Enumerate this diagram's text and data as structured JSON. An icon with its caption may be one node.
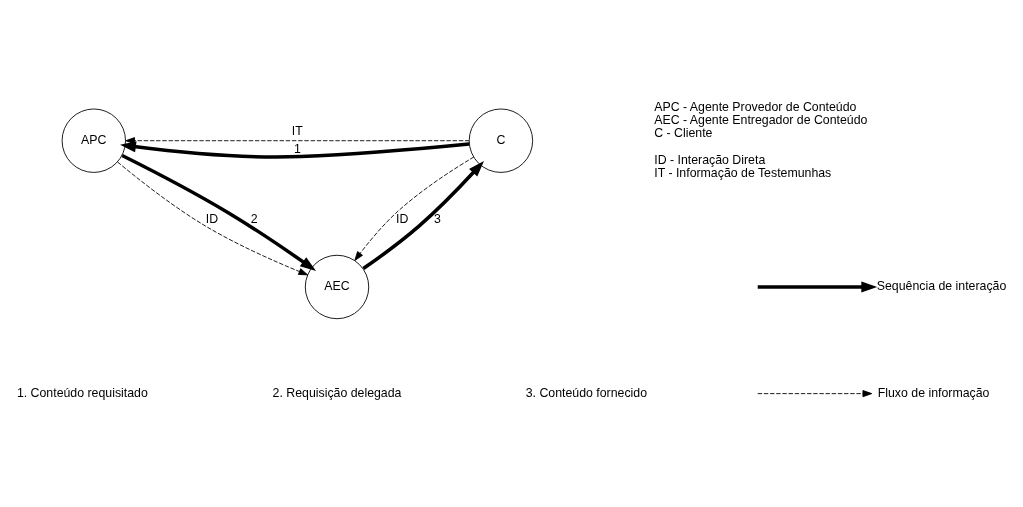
{
  "diagram": {
    "nodes": [
      {
        "text": [
          "APC"
        ]
      },
      {
        "text": [
          "C"
        ]
      },
      {
        "text": [
          "AEC"
        ]
      }
    ],
    "edges": [
      {
        "from": 1,
        "to": 0,
        "arrow": "to",
        "label": "1",
        "style": "thick"
      },
      {
        "from": 1,
        "to": 0,
        "arrow": "to",
        "label": "IT",
        "style": "dashed"
      },
      {
        "from": 0,
        "to": 2,
        "arrow": "to",
        "label": "ID",
        "style": "dashed"
      },
      {
        "from": 1,
        "to": 2,
        "arrow": "to",
        "label": "ID",
        "style": "dashed"
      },
      {
        "from": 0,
        "to": 2,
        "arrow": "to",
        "label": "2",
        "style": "thick"
      },
      {
        "from": 2,
        "to": 1,
        "arrow": "to",
        "label": "3",
        "style": "thick"
      }
    ],
    "labels": [
      "APC - Agente Provedor de Conteúdo",
      "AEC - Agente Entregador de Conteúdo",
      "C - Cliente",
      "ID - Interação Direta",
      "IT - Informação de Testemunhas",
      "1. Conteúdo requisitado",
      "2. Requisição delegada",
      "3. Conteúdo fornecido"
    ],
    "legend": [
      {
        "text": "Sequência de interação"
      },
      {
        "text": "Fluxo de informação"
      }
    ]
  }
}
